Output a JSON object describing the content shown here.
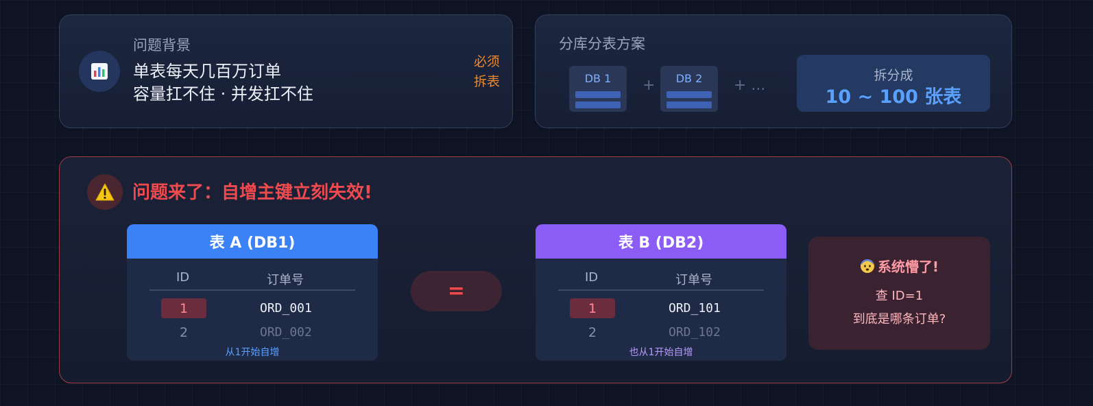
{
  "background": {
    "label": "问题背景",
    "line1": "单表每天几百万订单",
    "line2": "容量扛不住 · 并发扛不住",
    "must_line1": "必须",
    "must_line2": "拆表",
    "icon": "bar-chart-icon"
  },
  "plan": {
    "label": "分库分表方案",
    "db1": "DB 1",
    "db2": "DB 2",
    "plus": "+",
    "plus_more": "+ ...",
    "split_label": "拆分成",
    "split_value": "10 ~ 100 张表"
  },
  "problem": {
    "icon": "warning-icon",
    "title": "问题来了：自增主键立刻失效!",
    "equal_sign": "=",
    "table_a": {
      "title": "表 A (DB1)",
      "col_id": "ID",
      "col_order": "订单号",
      "rows": [
        {
          "id": "1",
          "order": "ORD_001"
        },
        {
          "id": "2",
          "order": "ORD_002"
        }
      ],
      "note": "从1开始自增"
    },
    "table_b": {
      "title": "表 B (DB2)",
      "col_id": "ID",
      "col_order": "订单号",
      "rows": [
        {
          "id": "1",
          "order": "ORD_101"
        },
        {
          "id": "2",
          "order": "ORD_102"
        }
      ],
      "note": "也从1开始自增"
    },
    "confused": {
      "icon": "confused-face-icon",
      "title": "系统懵了!",
      "q1": "查 ID=1",
      "q2": "到底是哪条订单?"
    }
  },
  "colors": {
    "accent_blue": "#3b82f6",
    "accent_purple": "#8b5cf6",
    "alert_red": "#ef4a4d",
    "warning_orange": "#f0882c"
  }
}
